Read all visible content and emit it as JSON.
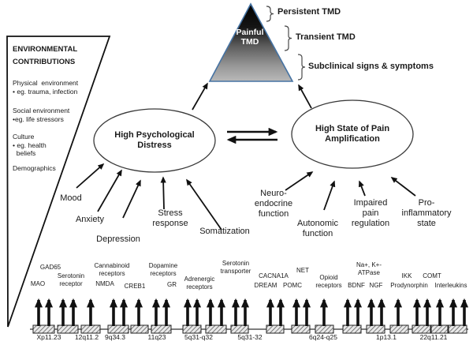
{
  "pyramid": {
    "label": "Painful\nTMD",
    "levels": [
      "Persistent TMD",
      "Transient TMD",
      "Subclinical signs & symptoms"
    ]
  },
  "environment": {
    "title": "ENVIRONMENTAL\nCONTRIBUTIONS",
    "items": [
      "Physical  environment\n• eg. trauma, infection",
      "Social environment\n•eg. life stressors",
      "Culture\n• eg. health\n  beliefs",
      "Demographics"
    ]
  },
  "nodes": {
    "psych": "High Psychological\nDistress",
    "pain": "High State of Pain\nAmplification"
  },
  "psych_factors": [
    "Mood",
    "Anxiety",
    "Depression",
    "Stress\nresponse",
    "Somatization"
  ],
  "pain_factors": [
    "Neuro-\nendocrine\nfunction",
    "Autonomic\nfunction",
    "Impaired\npain\nregulation",
    "Pro-\ninflammatory\nstate"
  ],
  "genes": [
    "MAO",
    "GAD65",
    "Serotonin\nreceptor",
    "Cannabinoid\nreceptors",
    "NMDA",
    "CREB1",
    "Dopamine\nreceptors",
    "GR",
    "Adrenergic\nreceptors",
    "Serotonin\ntransporter",
    "DREAM",
    "CACNA1A",
    "POMC",
    "NET",
    "Opioid\nreceptors",
    "BDNF",
    "Na+, K+-\nATPase",
    "NGF",
    "IKK",
    "Prodynorphin",
    "COMT",
    "Interleukins"
  ],
  "chromosomes": [
    "Xp11.23",
    "12q11.2",
    "9q34.3",
    "11q23",
    "5q31-q32",
    "5q31-32",
    "6q24-q25",
    "1p13.1",
    "22q11.21"
  ],
  "colors": {
    "pyramid_border": "#4673a3",
    "pyramid_top": "#000000",
    "pyramid_bottom": "#b9b9b9"
  }
}
